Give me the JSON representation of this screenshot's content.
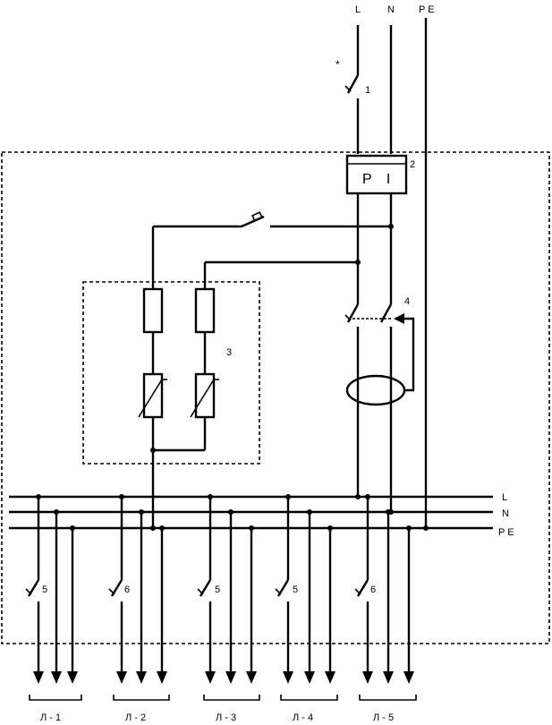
{
  "supply_labels": {
    "l": "L",
    "n": "N",
    "pe": "P E"
  },
  "bus_labels": {
    "l": "L",
    "n": "N",
    "pe": "P E"
  },
  "main_switch": {
    "marker": "*",
    "number": "1"
  },
  "meter": {
    "text": "P I",
    "number": "2"
  },
  "surge_protector": {
    "number": "3"
  },
  "rcd": {
    "number": "4"
  },
  "outputs": [
    {
      "breaker_number": "5",
      "line_label": "Л - 1"
    },
    {
      "breaker_number": "6",
      "line_label": "Л - 2"
    },
    {
      "breaker_number": "5",
      "line_label": "Л - 3"
    },
    {
      "breaker_number": "5",
      "line_label": "Л - 4"
    },
    {
      "breaker_number": "6",
      "line_label": "Л - 5"
    }
  ]
}
